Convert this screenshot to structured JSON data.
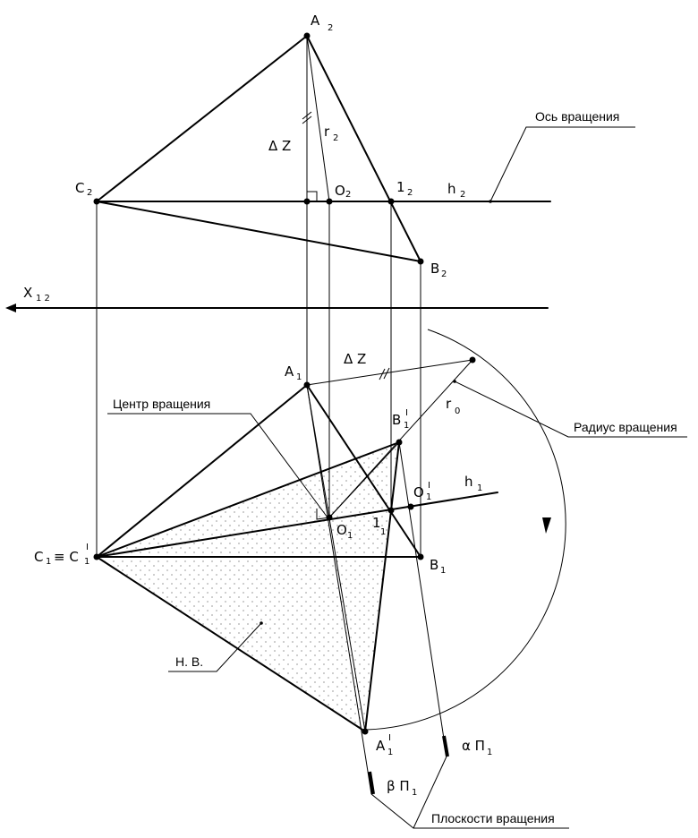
{
  "labels": {
    "A2_main": "A",
    "A2_sub": "2",
    "C2_main": "C",
    "C2_sub": "2",
    "B2_main": "B",
    "B2_sub": "2",
    "O2_main": "O",
    "O2_sub": "2",
    "one2_main": "1",
    "one2_sub": "2",
    "h2_main": "h",
    "h2_sub": "2",
    "r2_main": "r",
    "r2_sub": "2",
    "dz_top": "Δ Z",
    "x12_main": "X",
    "x12_sub": "1 2",
    "A1_main": "A",
    "A1_sub": "1",
    "dz_bottom": "Δ Z",
    "r0_main": "r",
    "r0_sub": "0",
    "B1I_main": "B",
    "B1I_sub": "1",
    "B1I_sup": "I",
    "O1I_main": "O",
    "O1I_sub": "1",
    "O1I_sup": "I",
    "h1_main": "h",
    "h1_sub": "1",
    "O1_main": "O",
    "O1_sub": "1",
    "one1_main": "1",
    "one1_sub": "1",
    "C1_main": "C",
    "C1_sub": "1",
    "C1_equiv": "≡ C",
    "C1I_sub": "1",
    "C1I_sup": "I",
    "B1_main": "B",
    "B1_sub": "1",
    "A1I_main": "A",
    "A1I_sub": "1",
    "A1I_sup": "I",
    "alpha_main": "α Π",
    "alpha_sub": "1",
    "beta_main": "β Π",
    "beta_sub": "1"
  },
  "callouts": {
    "axis": "Ось вращения",
    "center": "Центр вращения",
    "radius": "Радиус вращения",
    "true_size": "Н. В.",
    "planes": "Плоскости вращения"
  }
}
